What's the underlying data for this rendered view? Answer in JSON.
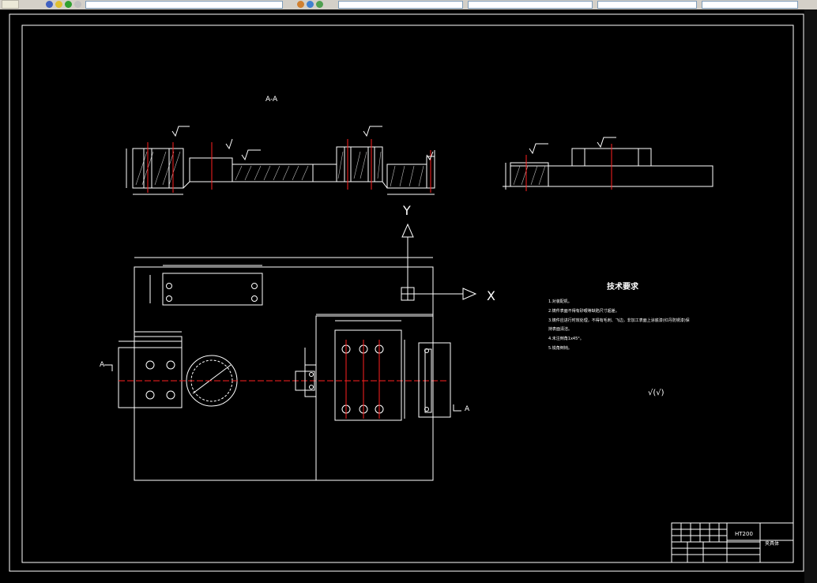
{
  "toolbar": {
    "name": "cad-toolbar",
    "fields": [],
    "background": "#d4d0c8"
  },
  "drawing": {
    "background": "#000000",
    "line_color": "#ffffff",
    "center_line_color": "#ff2020",
    "section_label": "A-A",
    "ucs": {
      "x_label": "X",
      "y_label": "Y"
    },
    "tech_requirements": {
      "title": "技术要求",
      "items": [
        "1.对装配机。",
        "2.铸件表面不得有砂眼等缺陷尺寸超差。",
        "3.铸件应进行时效处理，不得有毛刺、飞边，非加工表面上涂底漆(红丹防锈漆)保",
        "持表面清洁。",
        "4.未注倒角1x45°。",
        "5.锐角倒钝。"
      ]
    },
    "roughness_symbol": "√(√)",
    "section_marks": [
      "A",
      "A"
    ],
    "title_block": {
      "material": "HT200",
      "drawing_name": "夹具体"
    }
  }
}
